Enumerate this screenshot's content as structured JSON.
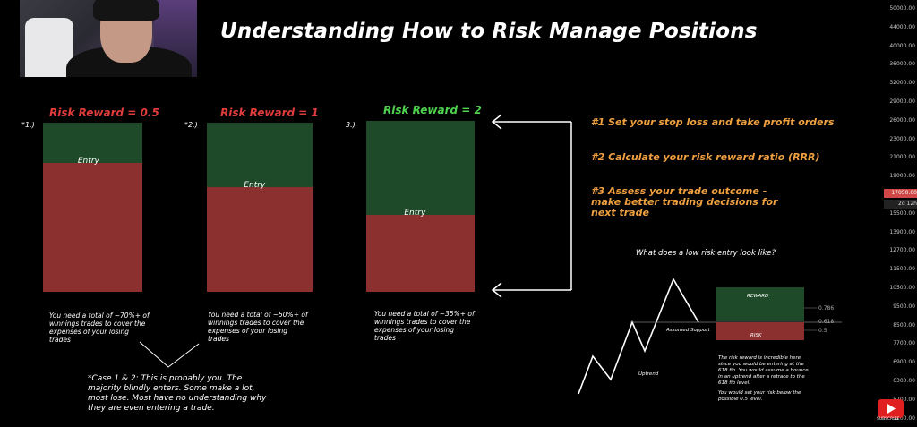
{
  "title": "Understanding How to Risk Manage Positions",
  "boxes": [
    {
      "number": "*1.)",
      "label": "Risk Reward = 0.5",
      "label_color": "#e03c3c",
      "entry": "Entry",
      "reward_fraction": 0.24,
      "note": [
        "You need a total of ~70%+ of",
        "winnings trades to cover the",
        "expenses of your losing",
        "trades"
      ]
    },
    {
      "number": "*2.)",
      "label": "Risk Reward = 1",
      "label_color": "#e03c3c",
      "entry": "Entry",
      "reward_fraction": 0.38,
      "note": [
        "You need a total of ~50%+ of",
        "winnings trades to cover the",
        "expenses of your losing",
        "trades"
      ]
    },
    {
      "number": "3.)",
      "label": "Risk Reward = 2",
      "label_color": "#4fd24f",
      "entry": "Entry",
      "reward_fraction": 0.55,
      "note": [
        "You need a total of ~35%+ of",
        "winnings trades to cover the",
        "expenses of your losing",
        "trades"
      ]
    }
  ],
  "case_note": [
    "*Case 1 & 2: This is probably you. The",
    "majority blindly enters. Some make a lot,",
    "most lose. Most have no understanding why",
    "they are even entering a trade."
  ],
  "steps": [
    "#1 Set your stop loss and take profit orders",
    "#2 Calculate your risk reward ratio (RRR)",
    "#3 Assess your trade outcome -",
    "make better trading decisions for",
    "next trade"
  ],
  "low_risk": {
    "question": "What does a low risk entry look like?",
    "reward": "REWARD",
    "risk": "RISK",
    "assumed_support": "Assumed Support",
    "uptrend": "Uptrend",
    "fib_levels": [
      "0.786",
      "0.618",
      "0.5"
    ],
    "explanation": [
      "The risk reward is incredible here",
      "since you would be entering at the",
      "618 fib. You would assume a bounce",
      "in an uptrend after a retrace to the",
      "618 fib level."
    ],
    "explanation2": [
      "You would set your risk below the",
      "possible 0.5 level."
    ]
  },
  "axis_ticks": [
    "50000.00",
    "44000.00",
    "40000.00",
    "36000.00",
    "32000.00",
    "29000.00",
    "26000.00",
    "23000.00",
    "21000.00",
    "19000.00",
    "17050.00",
    "15500.00",
    "13900.00",
    "12700.00",
    "11500.00",
    "10500.00",
    "9500.00",
    "8500.00",
    "7700.00",
    "6900.00",
    "6300.00",
    "5700.00",
    "5200.00"
  ],
  "price_badge": "17050.00",
  "price_badge_sub": "2d 12h",
  "colors": {
    "green": "#1f4a29",
    "red": "#8c2f2f",
    "orange": "#f0a040",
    "badge": "#d04848"
  },
  "subscribe": "SUBSCRIBE"
}
